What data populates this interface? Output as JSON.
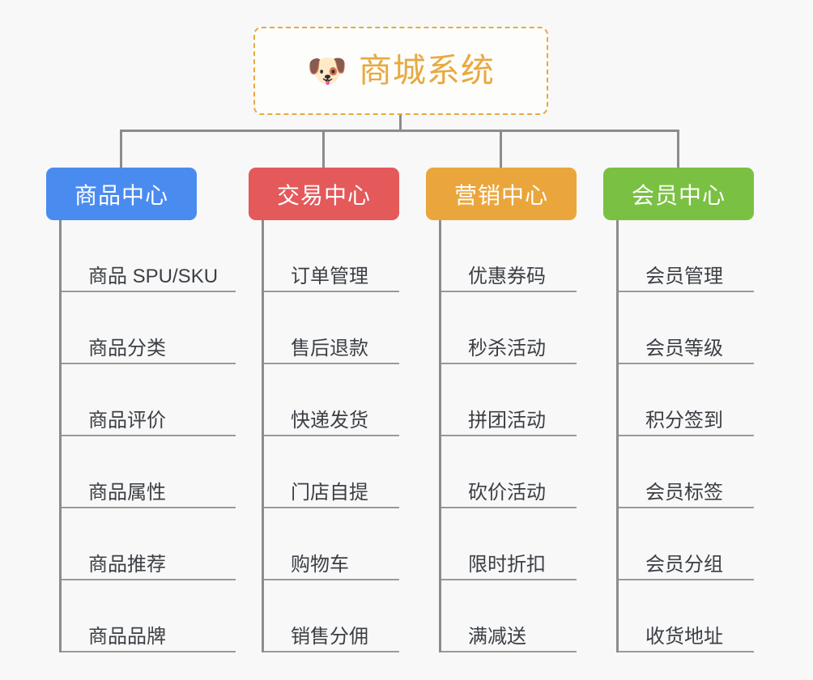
{
  "canvas": {
    "background": "#f8f8f8",
    "connector_color": "#8c8c8c"
  },
  "root": {
    "icon": "shiba-dog-face-emoji",
    "emoji": "🐶",
    "title": "商城系统",
    "border_color": "#e8a93f",
    "title_color": "#e8a93f",
    "fill": "#fdfdfc"
  },
  "branches": [
    {
      "id": "product-center",
      "title": "商品中心",
      "color": "#4a8bf0",
      "items": [
        "商品 SPU/SKU",
        "商品分类",
        "商品评价",
        "商品属性",
        "商品推荐",
        "商品品牌"
      ]
    },
    {
      "id": "trade-center",
      "title": "交易中心",
      "color": "#e4595a",
      "items": [
        "订单管理",
        "售后退款",
        "快递发货",
        "门店自提",
        "购物车",
        "销售分佣"
      ]
    },
    {
      "id": "marketing-center",
      "title": "营销中心",
      "color": "#eaa63c",
      "items": [
        "优惠券码",
        "秒杀活动",
        "拼团活动",
        "砍价活动",
        "限时折扣",
        "满减送"
      ]
    },
    {
      "id": "member-center",
      "title": "会员中心",
      "color": "#7ac143",
      "items": [
        "会员管理",
        "会员等级",
        "积分签到",
        "会员标签",
        "会员分组",
        "收货地址"
      ]
    }
  ]
}
